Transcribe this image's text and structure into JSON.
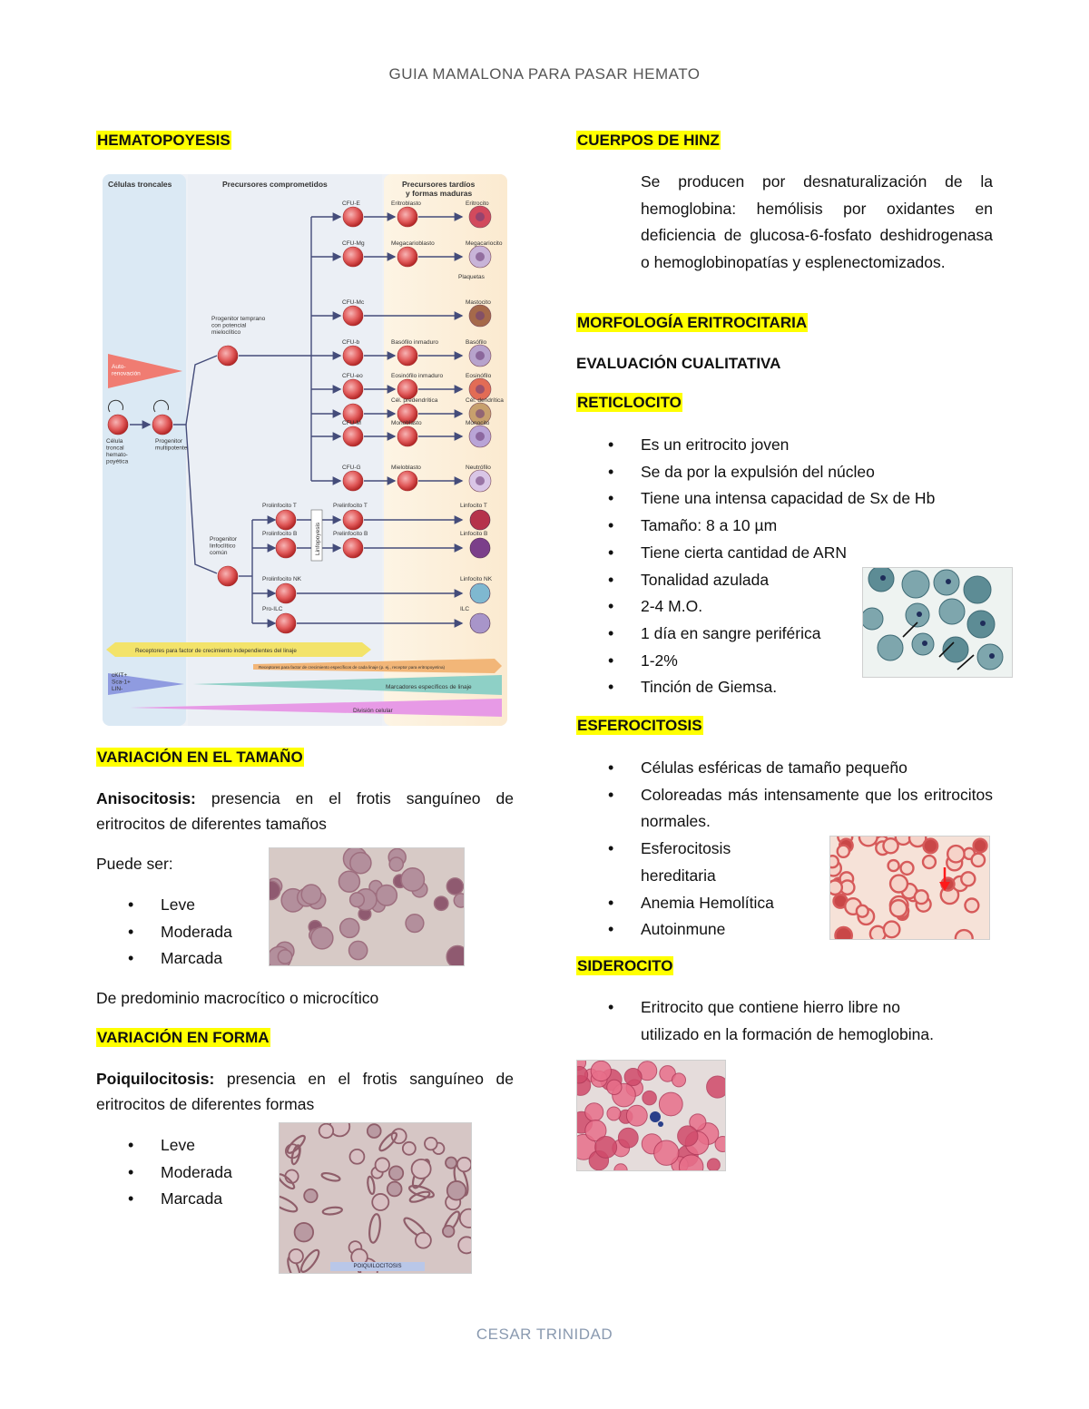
{
  "header": "GUIA MAMALONA PARA PASAR HEMATO",
  "footer": "CESAR TRINIDAD",
  "left": {
    "hematopoyesis_title": "HEMATOPOYESIS",
    "diagram": {
      "col1": "Células troncales",
      "col2": "Precursores comprometidos",
      "col3a": "Precursores tardíos",
      "col3b": "y formas maduras",
      "auto": "Auto-\nrenovación",
      "stem": "Célula\ntroncal\nhemato-\npoyética",
      "mpp": "Progenitor\nmultipotente",
      "cmp": "Progenitor temprano\ncon potencial\nmieloclítico",
      "clp": "Progenitor\nlinfoclítico\ncomún",
      "linfopoyesis": "Linfopoyesis",
      "ckit": "cKIT+\nSca-1+\nLIN-",
      "band1": "Receptores para factor de crecimiento independientes del linaje",
      "band2": "Receptores para factor de crecimiento específicos de cada linaje (p. ej., receptor para eritropoyetina)",
      "band3": "Marcadores específicos de linaje",
      "band4": "División celular",
      "rows": [
        {
          "prog": "CFU-E",
          "mid": "Eritroblasto",
          "end": "Eritrocito"
        },
        {
          "prog": "CFU-Mg",
          "mid": "Megacarioblasto",
          "end": "Megacariocito",
          "extra": "Plaquetas"
        },
        {
          "prog": "CFU-Mc",
          "mid": "",
          "end": "Mastocito"
        },
        {
          "prog": "CFU-b",
          "mid": "Basófilo inmaduro",
          "end": "Basófilo"
        },
        {
          "prog": "CFU-eo",
          "mid": "Eosinófilo inmaduro",
          "end": "Eosinófilo"
        },
        {
          "prog": "",
          "mid": "Cél. predendrítica",
          "end": "Cél. dendrítica"
        },
        {
          "prog": "CFU-M",
          "mid": "Monoblasto",
          "end": "Monocito"
        },
        {
          "prog": "CFU-G",
          "mid": "Mieloblasto",
          "end": "Neutrófilo"
        },
        {
          "prog": "Prolinfocito T",
          "mid": "Prelinfocito T",
          "end": "Linfocito T"
        },
        {
          "prog": "Prolinfocito B",
          "mid": "Prelinfocito B",
          "end": "Linfocito B"
        },
        {
          "prog": "Prolinfocito NK",
          "mid": "",
          "end": "Linfocito NK"
        },
        {
          "prog": "Pro-ILC",
          "mid": "",
          "end": "ILC"
        }
      ]
    },
    "tamano_title": "VARIACIÓN EN EL TAMAÑO",
    "aniso_term": "Anisocitosis:",
    "aniso_text": " presencia en el frotis sanguíneo de eritrocitos de diferentes tamaños",
    "puede_ser": "Puede ser:",
    "aniso_list": [
      "Leve",
      "Moderada",
      "Marcada"
    ],
    "predominio": "De predominio macrocítico o microcítico",
    "forma_title": "VARIACIÓN EN FORMA",
    "poiq_term": "Poiquilocitosis:",
    "poiq_text": " presencia en el frotis sanguíneo de eritrocitos de diferentes formas",
    "poiq_list": [
      "Leve",
      "Moderada",
      "Marcada"
    ],
    "poiq_caption": "POIQUILOCITOSIS"
  },
  "right": {
    "hinz_title": "CUERPOS DE HINZ",
    "hinz_text": "Se producen por desnaturalización de la hemoglobina: hemólisis por oxidantes en deficiencia de glucosa-6-fosfato deshidrogenasa o hemoglobinopatías y esplenectomizados.",
    "morfo_title": "MORFOLOGÍA ERITROCITARIA",
    "eval_title": "EVALUACIÓN CUALITATIVA",
    "retic_title": "RETICLOCITO",
    "retic_list": [
      "Es un eritrocito joven",
      "Se da por la expulsión del núcleo",
      "Tiene una intensa capacidad de Sx de Hb",
      "Tamaño: 8 a 10 µm",
      "Tiene cierta cantidad de ARN",
      "Tonalidad azulada",
      "2-4 M.O.",
      "1 día en sangre periférica",
      "1-2%",
      "Tinción de Giemsa."
    ],
    "esfero_title": "ESFEROCITOSIS",
    "esfero_list": [
      "Células esféricas de tamaño pequeño",
      "Coloreadas más intensamente que los eritrocitos normales.",
      "Esferocitosis hereditaria",
      "Anemia Hemolítica",
      "Autoinmune"
    ],
    "sidero_title": "SIDEROCITO",
    "sidero_list": [
      "Eritrocito que contiene hierro libre no utilizado en la formación de hemoglobina."
    ]
  }
}
